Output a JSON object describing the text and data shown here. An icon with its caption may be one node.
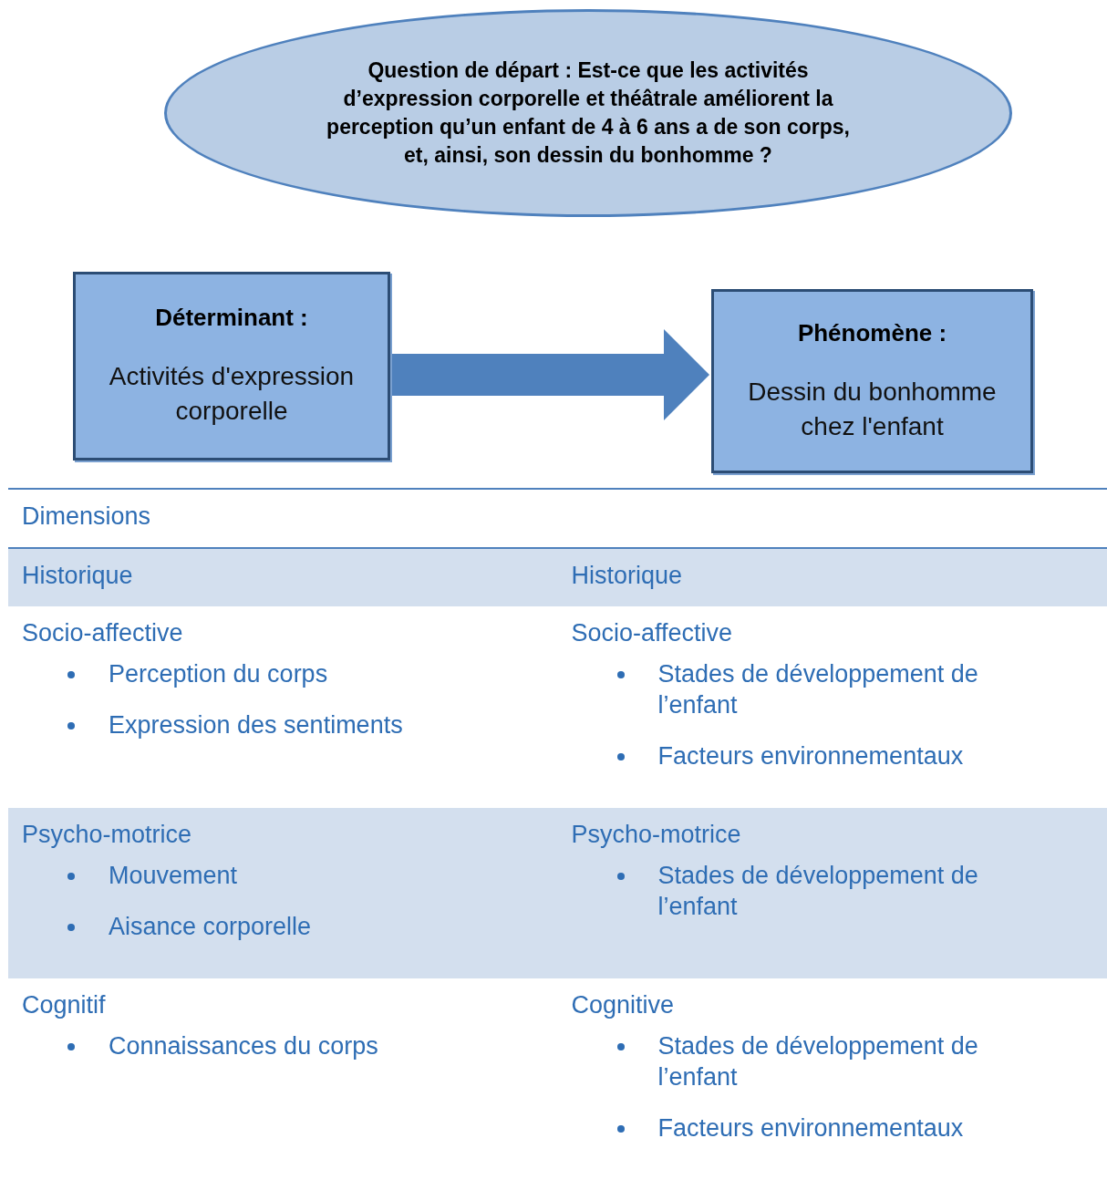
{
  "diagram": {
    "nodes": [
      {
        "text": [
          "Question de départ : Est-ce que les activités d’expression corporelle et théâtrale améliorent la perception qu’un enfant de 4 à 6 ans a de son corps, et, ainsi, son dessin du bonhomme ?"
        ]
      },
      {
        "text": [
          "Déterminant :",
          "Activités d'expression corporelle"
        ]
      },
      {
        "text": [
          "Phénomène :",
          "Dessin du bonhomme chez l'enfant"
        ]
      }
    ],
    "edges": [
      {
        "from": 1,
        "to": 2,
        "arrow": "to"
      }
    ],
    "labels": [
      "Dimensions",
      "Historique",
      "Historique",
      "Socio-affective",
      "Perception du corps",
      "Expression des sentiments",
      "Socio-affective",
      "Stades de développement de l’enfant",
      "Facteurs environnementaux",
      "Psycho-motrice",
      "Mouvement",
      "Aisance corporelle",
      "Psycho-motrice",
      "Stades de développement de l’enfant",
      "Cognitif",
      "Connaissances du corps",
      "Cognitive",
      "Stades de développement de l’enfant",
      "Facteurs environnementaux"
    ]
  }
}
